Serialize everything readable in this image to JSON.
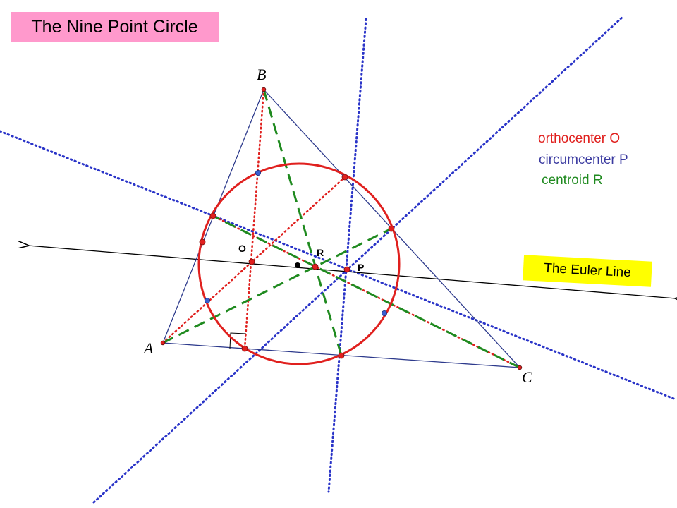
{
  "title": "The Nine Point Circle",
  "euler_label": "The Euler Line",
  "legend": {
    "orthocenter": "orthocenter O",
    "circumcenter": "circumcenter P",
    "centroid": "centroid R"
  },
  "vertex_labels": {
    "a": "A",
    "b": "B",
    "c": "C"
  },
  "point_labels": {
    "o": "O",
    "p": "P",
    "r": "R"
  },
  "colors": {
    "title_bg": "#ff99cc",
    "euler_bg": "#ffff00",
    "circle": "#e0201e",
    "altitude": "#e0201e",
    "median": "#1f8a1f",
    "bisector": "#2a34c8",
    "triangle": "#2d3a8c",
    "legend_orthocenter": "#e0201e",
    "legend_circumcenter": "#3a3aa0",
    "legend_centroid": "#1f8a1f"
  }
}
